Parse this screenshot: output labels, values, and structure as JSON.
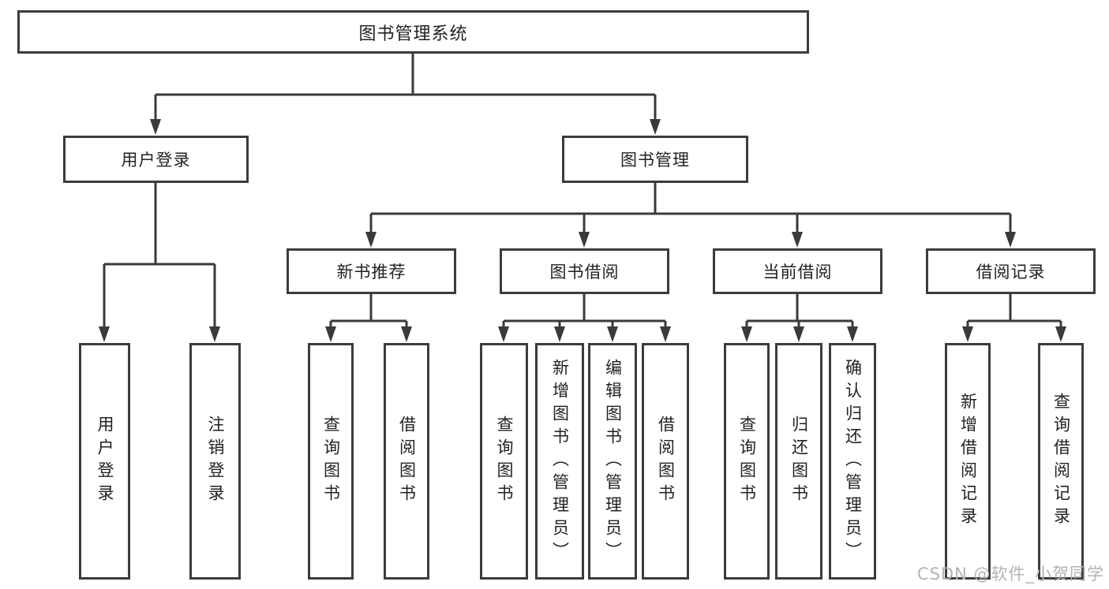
{
  "tree": {
    "label": "图书管理系统",
    "children": [
      {
        "label": "用户登录",
        "children": [
          {
            "label": "用户登录"
          },
          {
            "label": "注销登录"
          }
        ]
      },
      {
        "label": "图书管理",
        "children": [
          {
            "label": "新书推荐",
            "children": [
              {
                "label": "查询图书"
              },
              {
                "label": "借阅图书"
              }
            ]
          },
          {
            "label": "图书借阅",
            "children": [
              {
                "label": "查询图书"
              },
              {
                "label": "新增图书（管理员）"
              },
              {
                "label": "编辑图书（管理员）"
              },
              {
                "label": "借阅图书"
              }
            ]
          },
          {
            "label": "当前借阅",
            "children": [
              {
                "label": "查询图书"
              },
              {
                "label": "归还图书"
              },
              {
                "label": "确认归还（管理员）"
              }
            ]
          },
          {
            "label": "借阅记录",
            "children": [
              {
                "label": "新增借阅记录"
              },
              {
                "label": "查询借阅记录"
              }
            ]
          }
        ]
      }
    ]
  },
  "watermark": {
    "text": "CSDN @软件_小贺同学"
  },
  "colors": {
    "line": "#3a3a3a",
    "box_border": "#3c3c3c",
    "text": "#222222",
    "watermark_text": "#b3b3b3",
    "background": "#ffffff"
  }
}
